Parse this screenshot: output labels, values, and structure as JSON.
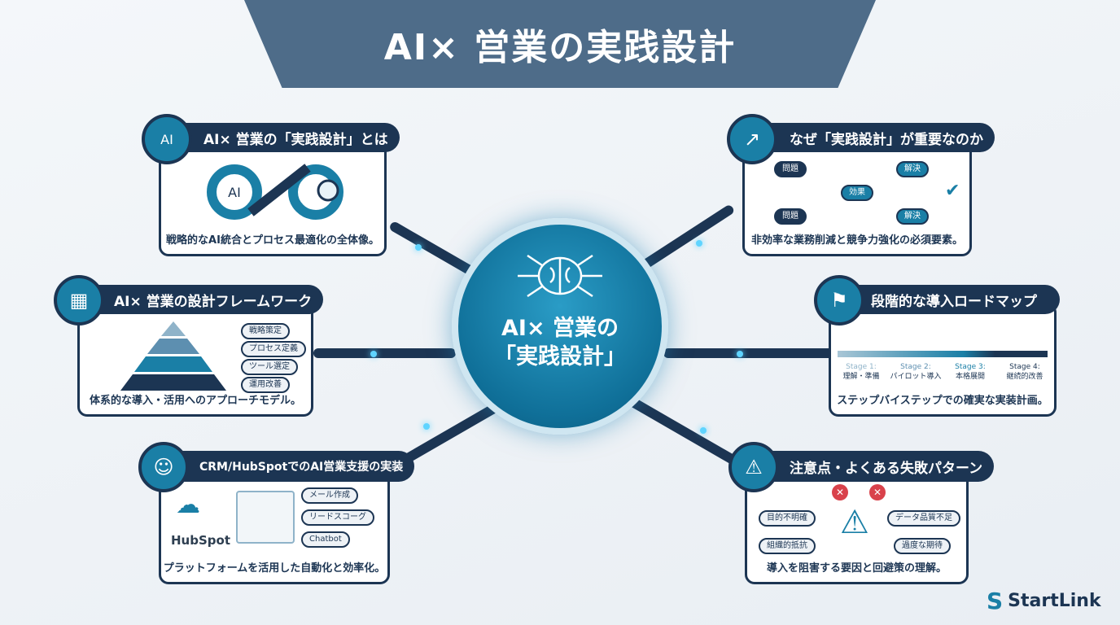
{
  "title": "AI× 営業の実践設計",
  "hub": {
    "line1": "AI× 営業の",
    "line2": "「実践設計」"
  },
  "panels": [
    {
      "title": "AI× 営業の「実践設計」とは",
      "caption": "戦略的なAI統合とプロセス最適化の全体像。",
      "icon": "ai-gear-icon",
      "badge": "AI"
    },
    {
      "title": "なぜ「実践設計」が重要なのか",
      "caption": "非効率な業務削減と競争力強化の必須要素。",
      "icon": "growth-shield-icon",
      "nodes": [
        "問題",
        "問題",
        "解決",
        "解決",
        "効果"
      ]
    },
    {
      "title": "AI× 営業の設計フレームワーク",
      "caption": "体系的な導入・活用へのアプローチモデル。",
      "icon": "blueprint-icon",
      "layers": [
        "戦略策定",
        "プロセス定義",
        "ツール選定",
        "運用改善"
      ]
    },
    {
      "title": "段階的な導入ロードマップ",
      "caption": "ステップバイステップでの確実な実装計画。",
      "icon": "roadmap-icon",
      "stages": [
        {
          "label": "Stage 1:",
          "name": "理解・準備"
        },
        {
          "label": "Stage 2:",
          "name": "パイロット導入"
        },
        {
          "label": "Stage 3:",
          "name": "本格展開"
        },
        {
          "label": "Stage 4:",
          "name": "継続的改善"
        }
      ]
    },
    {
      "title": "CRM/HubSpotでのAI営業支援の実装",
      "caption": "プラットフォームを活用した自動化と効率化。",
      "icon": "robot-icon",
      "brand": "HubSpot",
      "features": [
        "メール作成",
        "リードスコーグ",
        "Chatbot"
      ]
    },
    {
      "title": "注意点・よくある失敗パターン",
      "caption": "導入を阻害する要因と回避策の理解。",
      "icon": "warning-icon",
      "issues": [
        "目的不明確",
        "データ品質不足",
        "組織的抵抗",
        "過度な期待"
      ]
    }
  ],
  "logo": "StartLink",
  "colors": {
    "navy": "#1c3553",
    "teal": "#1a7fa6",
    "banner": "#4e6c89"
  }
}
